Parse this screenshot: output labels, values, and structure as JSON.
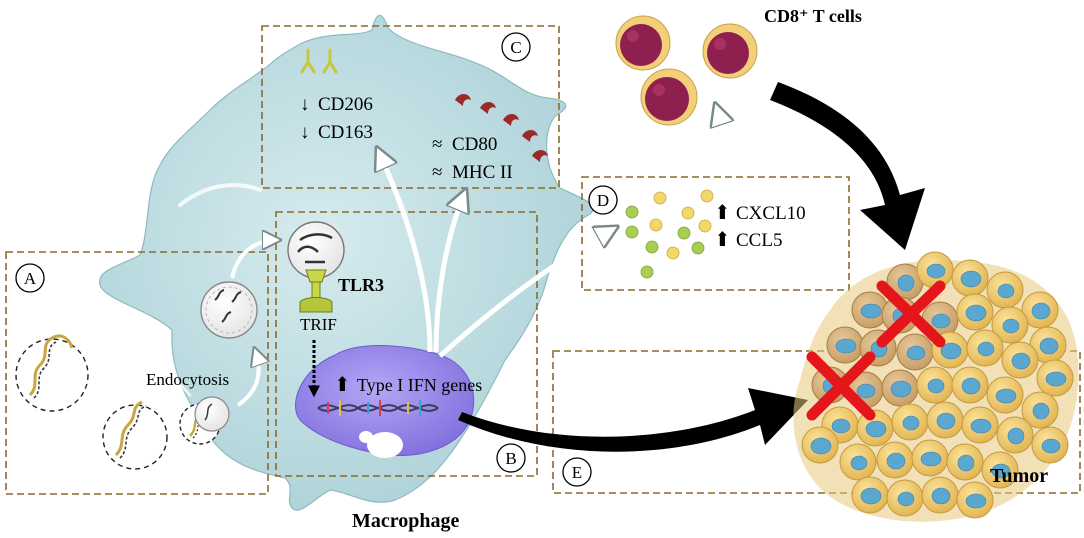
{
  "labels": {
    "cd8_t_cells": "CD8⁺ T cells",
    "macrophage": "Macrophage",
    "tumor": "Tumor",
    "endocytosis": "Endocytosis",
    "tlr3": "TLR3",
    "trif": "TRIF",
    "type1_ifn_genes": "Type I IFN genes",
    "cd206": "CD206",
    "cd163": "CD163",
    "cd80": "CD80",
    "mhc_ii": "MHC II",
    "cxcl10": "CXCL10",
    "ccl5": "CCL5"
  },
  "panels": {
    "a": "A",
    "b": "B",
    "c": "C",
    "d": "D",
    "e": "E"
  },
  "symbols": {
    "down": "↓",
    "approx": "≈",
    "up": "⬆"
  },
  "colors": {
    "cell_body": "#b9dbe0",
    "nucleus": "#8f80e8",
    "dashed_box": "#8a6a2c",
    "t_cell_outer": "#f2cf78",
    "t_cell_inner": "#8e2050",
    "tumor_cell": "#f0cc6a",
    "tumor_nucleus": "#5aa7cf",
    "cross": "#e4161b",
    "receptor_yellow": "#c9c63a",
    "receptor_red": "#9c2a2a",
    "chemokine_green": "#a7cf52",
    "chemokine_yellow": "#f2d86a"
  }
}
